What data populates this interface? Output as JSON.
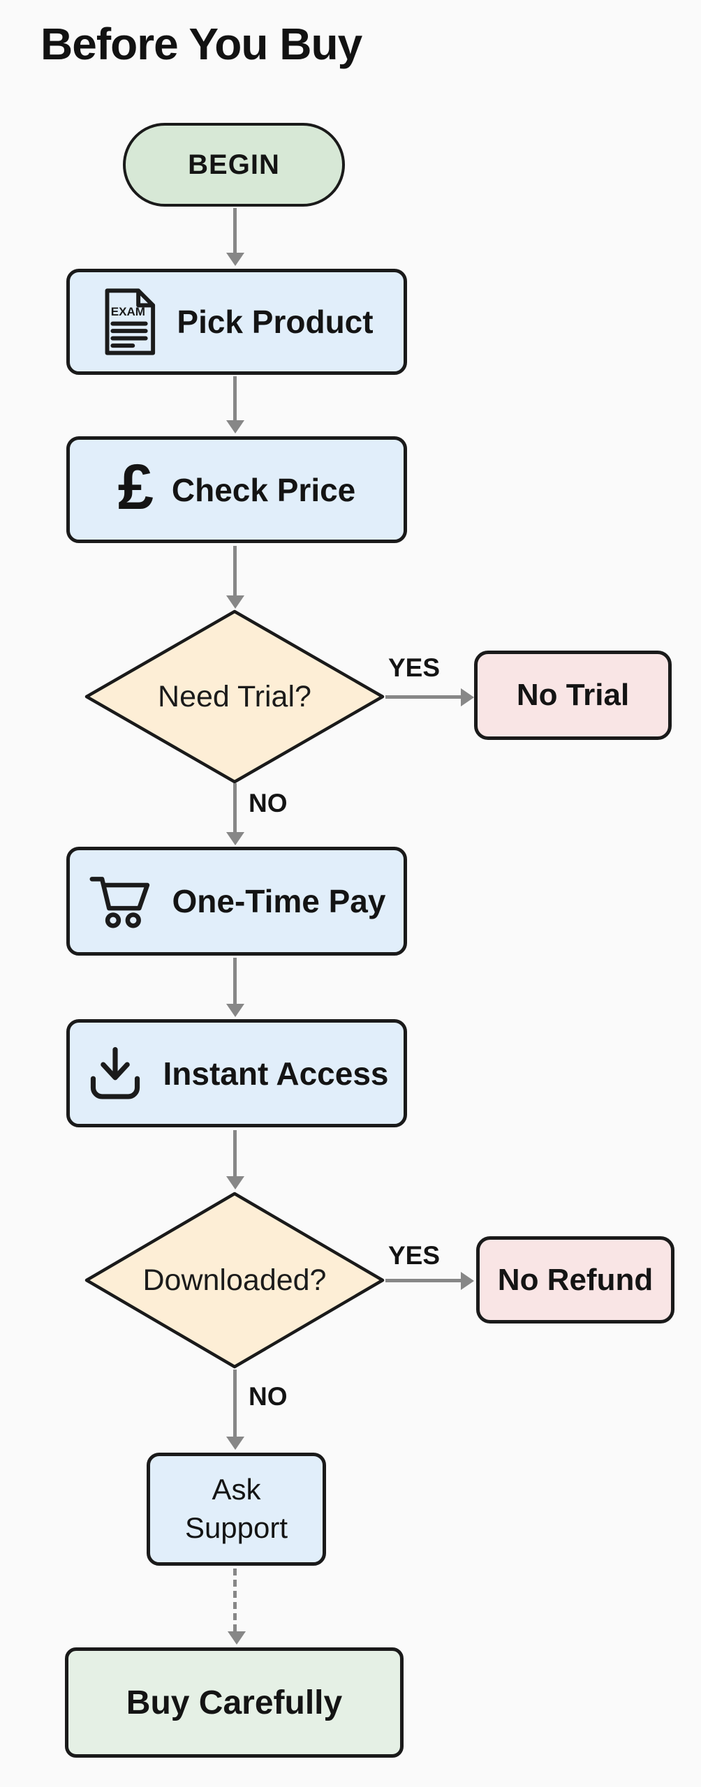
{
  "page": {
    "title": "Before You Buy"
  },
  "colors": {
    "background": "#fafafa",
    "terminator_fill": "#d7e8d6",
    "process_fill": "#e1eefa",
    "decision_fill": "#fdeed6",
    "result_fill": "#f9e5e5",
    "end_fill": "#e5f0e5",
    "border": "#1a1a1a",
    "arrow": "#878787"
  },
  "flowchart": {
    "exam_icon_text": "EXAM",
    "pound_symbol": "£",
    "nodes": {
      "begin": {
        "label": "BEGIN",
        "shape": "terminator"
      },
      "pick_product": {
        "label": "Pick Product",
        "shape": "process",
        "icon": "exam-document-icon"
      },
      "check_price": {
        "label": "Check Price",
        "shape": "process",
        "icon": "pound-sterling-icon"
      },
      "need_trial": {
        "label": "Need Trial?",
        "shape": "decision",
        "yes_label": "YES",
        "no_label": "NO"
      },
      "no_trial": {
        "label": "No Trial",
        "shape": "result"
      },
      "one_time_pay": {
        "label": "One-Time Pay",
        "shape": "process",
        "icon": "shopping-cart-icon"
      },
      "instant_access": {
        "label": "Instant Access",
        "shape": "process",
        "icon": "download-icon"
      },
      "downloaded": {
        "label": "Downloaded?",
        "shape": "decision",
        "yes_label": "YES",
        "no_label": "NO"
      },
      "no_refund": {
        "label": "No Refund",
        "shape": "result"
      },
      "ask_support": {
        "label": "Ask Support",
        "shape": "process"
      },
      "buy_carefully": {
        "label": "Buy Carefully",
        "shape": "end"
      }
    }
  }
}
